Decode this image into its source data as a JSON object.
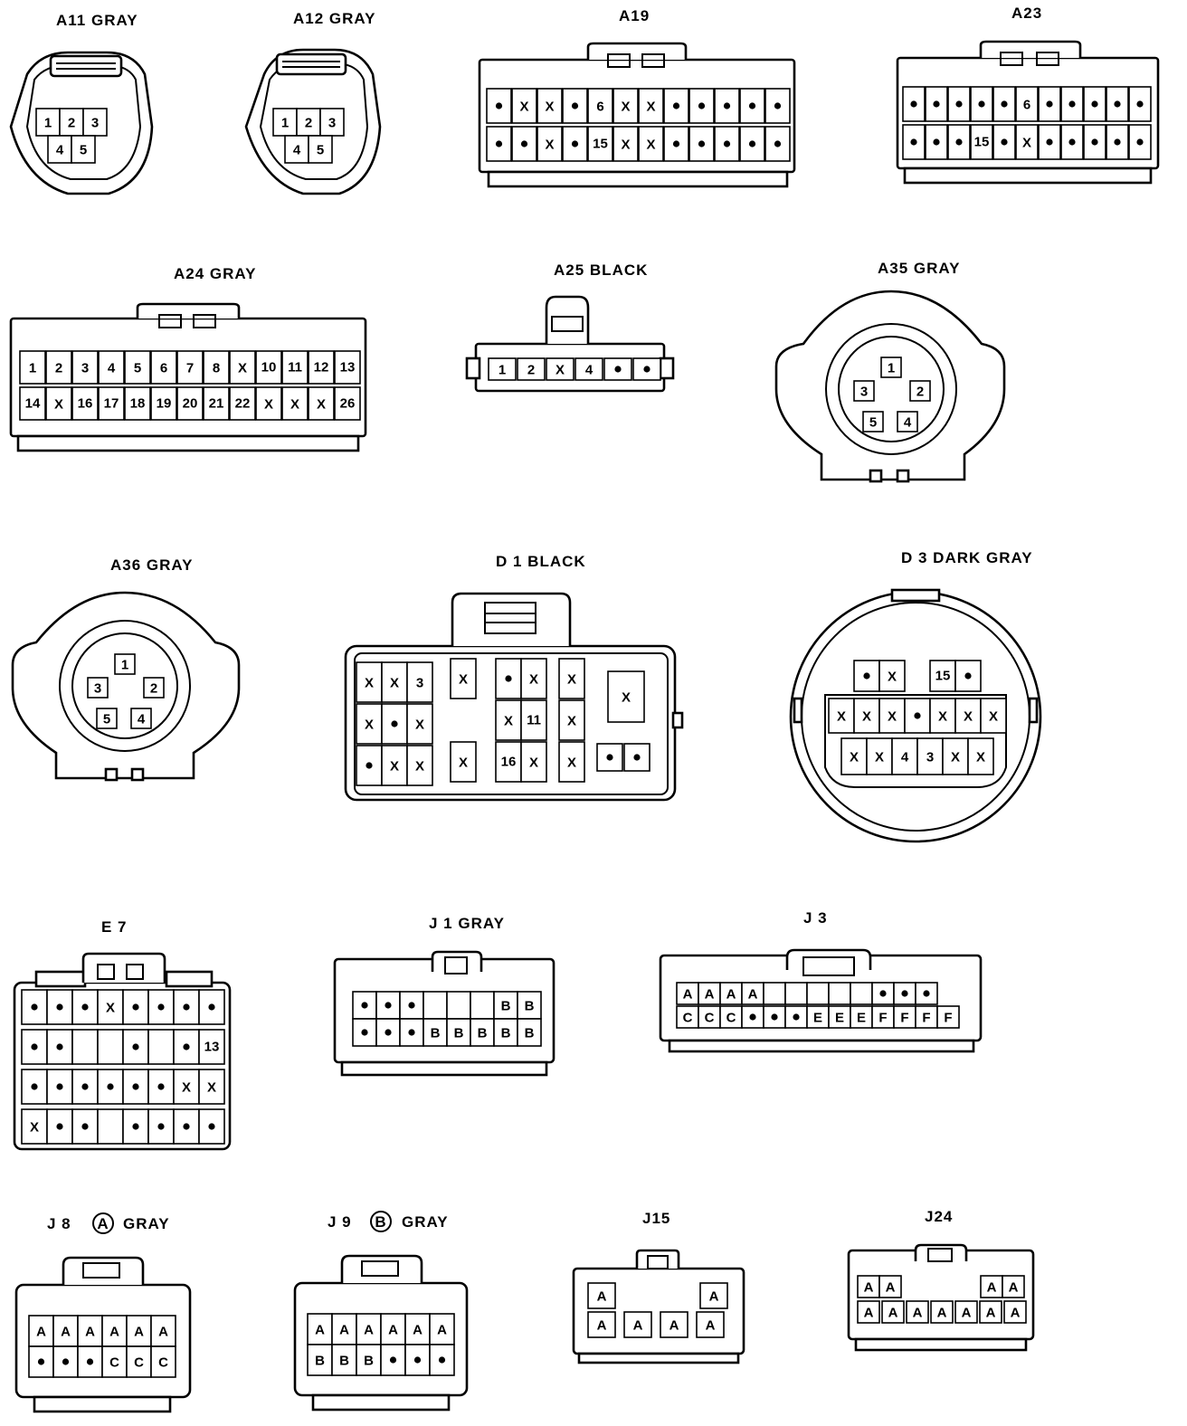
{
  "connectors": {
    "a11": {
      "label": "A11  GRAY",
      "rows": [
        [
          "1",
          "2",
          "3"
        ],
        [
          "4",
          "5"
        ]
      ]
    },
    "a12": {
      "label": "A12  GRAY",
      "rows": [
        [
          "1",
          "2",
          "3"
        ],
        [
          "4",
          "5"
        ]
      ]
    },
    "a19": {
      "label": "A19",
      "rows": [
        [
          "•",
          "X",
          "X",
          "•",
          "6",
          "X",
          "X",
          "•",
          "•",
          "•",
          "•",
          "•"
        ],
        [
          "•",
          "•",
          "X",
          "•",
          "15",
          "X",
          "X",
          "•",
          "•",
          "•",
          "•",
          "•"
        ]
      ]
    },
    "a23": {
      "label": "A23",
      "rows": [
        [
          "•",
          "•",
          "•",
          "•",
          "•",
          "6",
          "•",
          "•",
          "•",
          "•",
          "•"
        ],
        [
          "•",
          "•",
          "•",
          "15",
          "•",
          "X",
          "•",
          "•",
          "•",
          "•",
          "•"
        ]
      ]
    },
    "a24": {
      "label": "A24  GRAY",
      "rows": [
        [
          "1",
          "2",
          "3",
          "4",
          "5",
          "6",
          "7",
          "8",
          "X",
          "10",
          "11",
          "12",
          "13"
        ],
        [
          "14",
          "X",
          "16",
          "17",
          "18",
          "19",
          "20",
          "21",
          "22",
          "X",
          "X",
          "X",
          "26"
        ]
      ]
    },
    "a25": {
      "label": "A25  BLACK",
      "rows": [
        [
          "1",
          "2",
          "X",
          "4",
          "•",
          "•"
        ]
      ]
    },
    "a35": {
      "label": "A35  GRAY",
      "pins": [
        "1",
        "2",
        "3",
        "4",
        "5"
      ]
    },
    "a36": {
      "label": "A36  GRAY",
      "pins": [
        "1",
        "2",
        "3",
        "4",
        "5"
      ]
    },
    "d1": {
      "label": "D 1  BLACK",
      "g1": [
        [
          "X",
          "X",
          "3"
        ],
        [
          "X",
          "•",
          "X"
        ],
        [
          "•",
          "X",
          "X"
        ]
      ],
      "g2": [
        "X",
        "X"
      ],
      "g3": [
        [
          "•",
          "X"
        ],
        [
          "X",
          "11"
        ],
        [
          "16",
          "X"
        ]
      ],
      "g4": [
        "X",
        "X",
        "X"
      ],
      "g5": [
        "X"
      ],
      "g6": [
        "•",
        "•"
      ]
    },
    "d3": {
      "label": "D 3  DARK  GRAY",
      "r1a": [
        "•",
        "X"
      ],
      "r1b": [
        "15",
        "•"
      ],
      "r2": [
        "X",
        "X",
        "X",
        "•",
        "X",
        "X",
        "X"
      ],
      "r3": [
        "X",
        "X",
        "4",
        "3",
        "X",
        "X"
      ]
    },
    "e7": {
      "label": "E 7",
      "rows": [
        [
          "•",
          "•",
          "•",
          "X",
          "•",
          "•",
          "•",
          "•"
        ],
        [
          "•",
          "•",
          "",
          "",
          "•",
          "",
          "•",
          "13"
        ],
        [
          "•",
          "•",
          "•",
          "•",
          "•",
          "•",
          "X",
          "X"
        ],
        [
          "X",
          "•",
          "•",
          "",
          "•",
          "•",
          "•",
          "•"
        ]
      ]
    },
    "j1": {
      "label": "J 1  GRAY",
      "rows": [
        [
          "•",
          "•",
          "•",
          "",
          "",
          "",
          "B",
          "B"
        ],
        [
          "•",
          "•",
          "•",
          "B",
          "B",
          "B",
          "B",
          "B"
        ]
      ]
    },
    "j3": {
      "label": "J 3",
      "rows": [
        [
          "A",
          "A",
          "A",
          "A",
          "",
          "",
          "",
          "",
          "",
          "•",
          "•",
          "•"
        ],
        [
          "C",
          "C",
          "C",
          "•",
          "•",
          "•",
          "E",
          "E",
          "E",
          "F",
          "F",
          "F",
          "F"
        ]
      ]
    },
    "j8": {
      "label": "J 8",
      "mark": "A",
      "suffix": "GRAY",
      "rows": [
        [
          "A",
          "A",
          "A",
          "A",
          "A",
          "A"
        ],
        [
          "•",
          "•",
          "•",
          "C",
          "C",
          "C"
        ]
      ]
    },
    "j9": {
      "label": "J 9",
      "mark": "B",
      "suffix": "GRAY",
      "rows": [
        [
          "A",
          "A",
          "A",
          "A",
          "A",
          "A"
        ],
        [
          "B",
          "B",
          "B",
          "•",
          "•",
          "•"
        ]
      ]
    },
    "j15": {
      "label": "J15",
      "rows": [
        [
          "A",
          "",
          "",
          "A"
        ],
        [
          "A",
          "A",
          "A",
          "A"
        ]
      ]
    },
    "j24": {
      "label": "J24",
      "rows": [
        [
          "A",
          "A",
          "",
          "",
          "",
          "A",
          "A"
        ],
        [
          "A",
          "A",
          "A",
          "A",
          "A",
          "A",
          "A"
        ]
      ]
    }
  }
}
